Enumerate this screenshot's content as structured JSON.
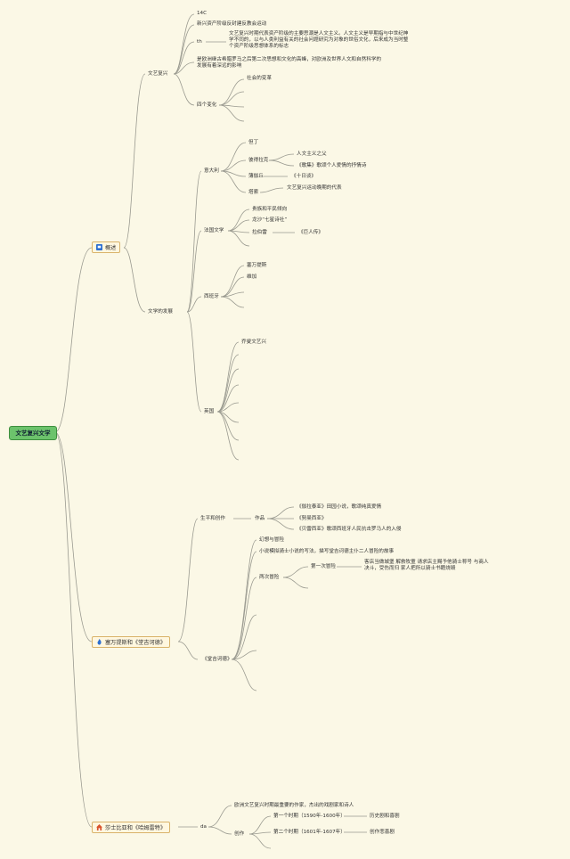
{
  "root": "文艺复兴文学",
  "main": {
    "overview": "概述",
    "cervantes": "塞万提斯和《堂吉诃德》",
    "shakespeare": "莎士比亚和《哈姆雷特》"
  },
  "overview": {
    "renaissance": "文艺复兴",
    "r_14c": "14C",
    "r_rise": "新兴资产阶级反封建反教会运动",
    "r_th": "th",
    "r_th_desc": "文艺复兴时期代表资产阶级的主要思潮是人文主义。人文主义是早期指与中世纪神学不同的，以与人类利益有关的社会问题研究为对象的世俗文化，后来成为当时整个资产阶级思想体系的标志",
    "r_spread": "是欧洲继古希腊罗马之后第二次思想和文化的高峰，对欧洲及世界人文和自然科学的发展有着深远的影响",
    "four_changes": "四个变化",
    "social_change": "社会的变革",
    "lit_dev": "文学的发展",
    "italy": "意大利",
    "dante": "但丁",
    "petrarch": "彼得拉克",
    "humanism_father": "人文主义之父",
    "songbook": "《歌集》歌颂个人爱情的抒情诗",
    "boccaccio": "薄伽丘",
    "decameron": "《十日谈》",
    "tasso": "塔索",
    "tasso_desc": "文艺复兴运动晚期的代表",
    "france": "法国文学",
    "nobility": "贵族和平民倾向",
    "pleiade": "龙沙“七星诗社”",
    "rabelais": "拉伯雷",
    "gargantua": "《巨人传》",
    "spain": "西班牙",
    "cervantes_s": "塞万提斯",
    "vega": "维加",
    "england": "英国",
    "england_item": "乔叟文艺兴"
  },
  "cervantes": {
    "life": "生平和创作",
    "works": "作品",
    "galatea": "《伽拉泰亚》田园小说，歌颂纯真爱情",
    "numancia": "《努曼西亚》",
    "persiles": "《贝雷西亚》歌颂西班牙人民抗击罗马人的入侵",
    "quixote": "《堂吉诃德》",
    "fantasy": "幻想与冒险",
    "parody": "小说模拟骑士小说的写法，描写堂吉诃德主仆二人冒险的故事",
    "adventures": "两次冒险",
    "first": "第一次冒险",
    "first_desc": "客店当做城堡 解救牧童 请求店主赐予他骑士称号 与商人决斗，受伤而归 家人把所以骑士书籍烧毁"
  },
  "shakespeare": {
    "da": "da",
    "intro": "欧洲文艺复兴时期最重要的作家，杰出的戏剧家和诗人",
    "creation": "创作",
    "period1": "第一个时期（1590年-1600年）",
    "period1_desc": "历史剧和喜剧",
    "period2": "第二个时期（1601年-1607年）",
    "period2_desc": "创作悲喜剧"
  }
}
